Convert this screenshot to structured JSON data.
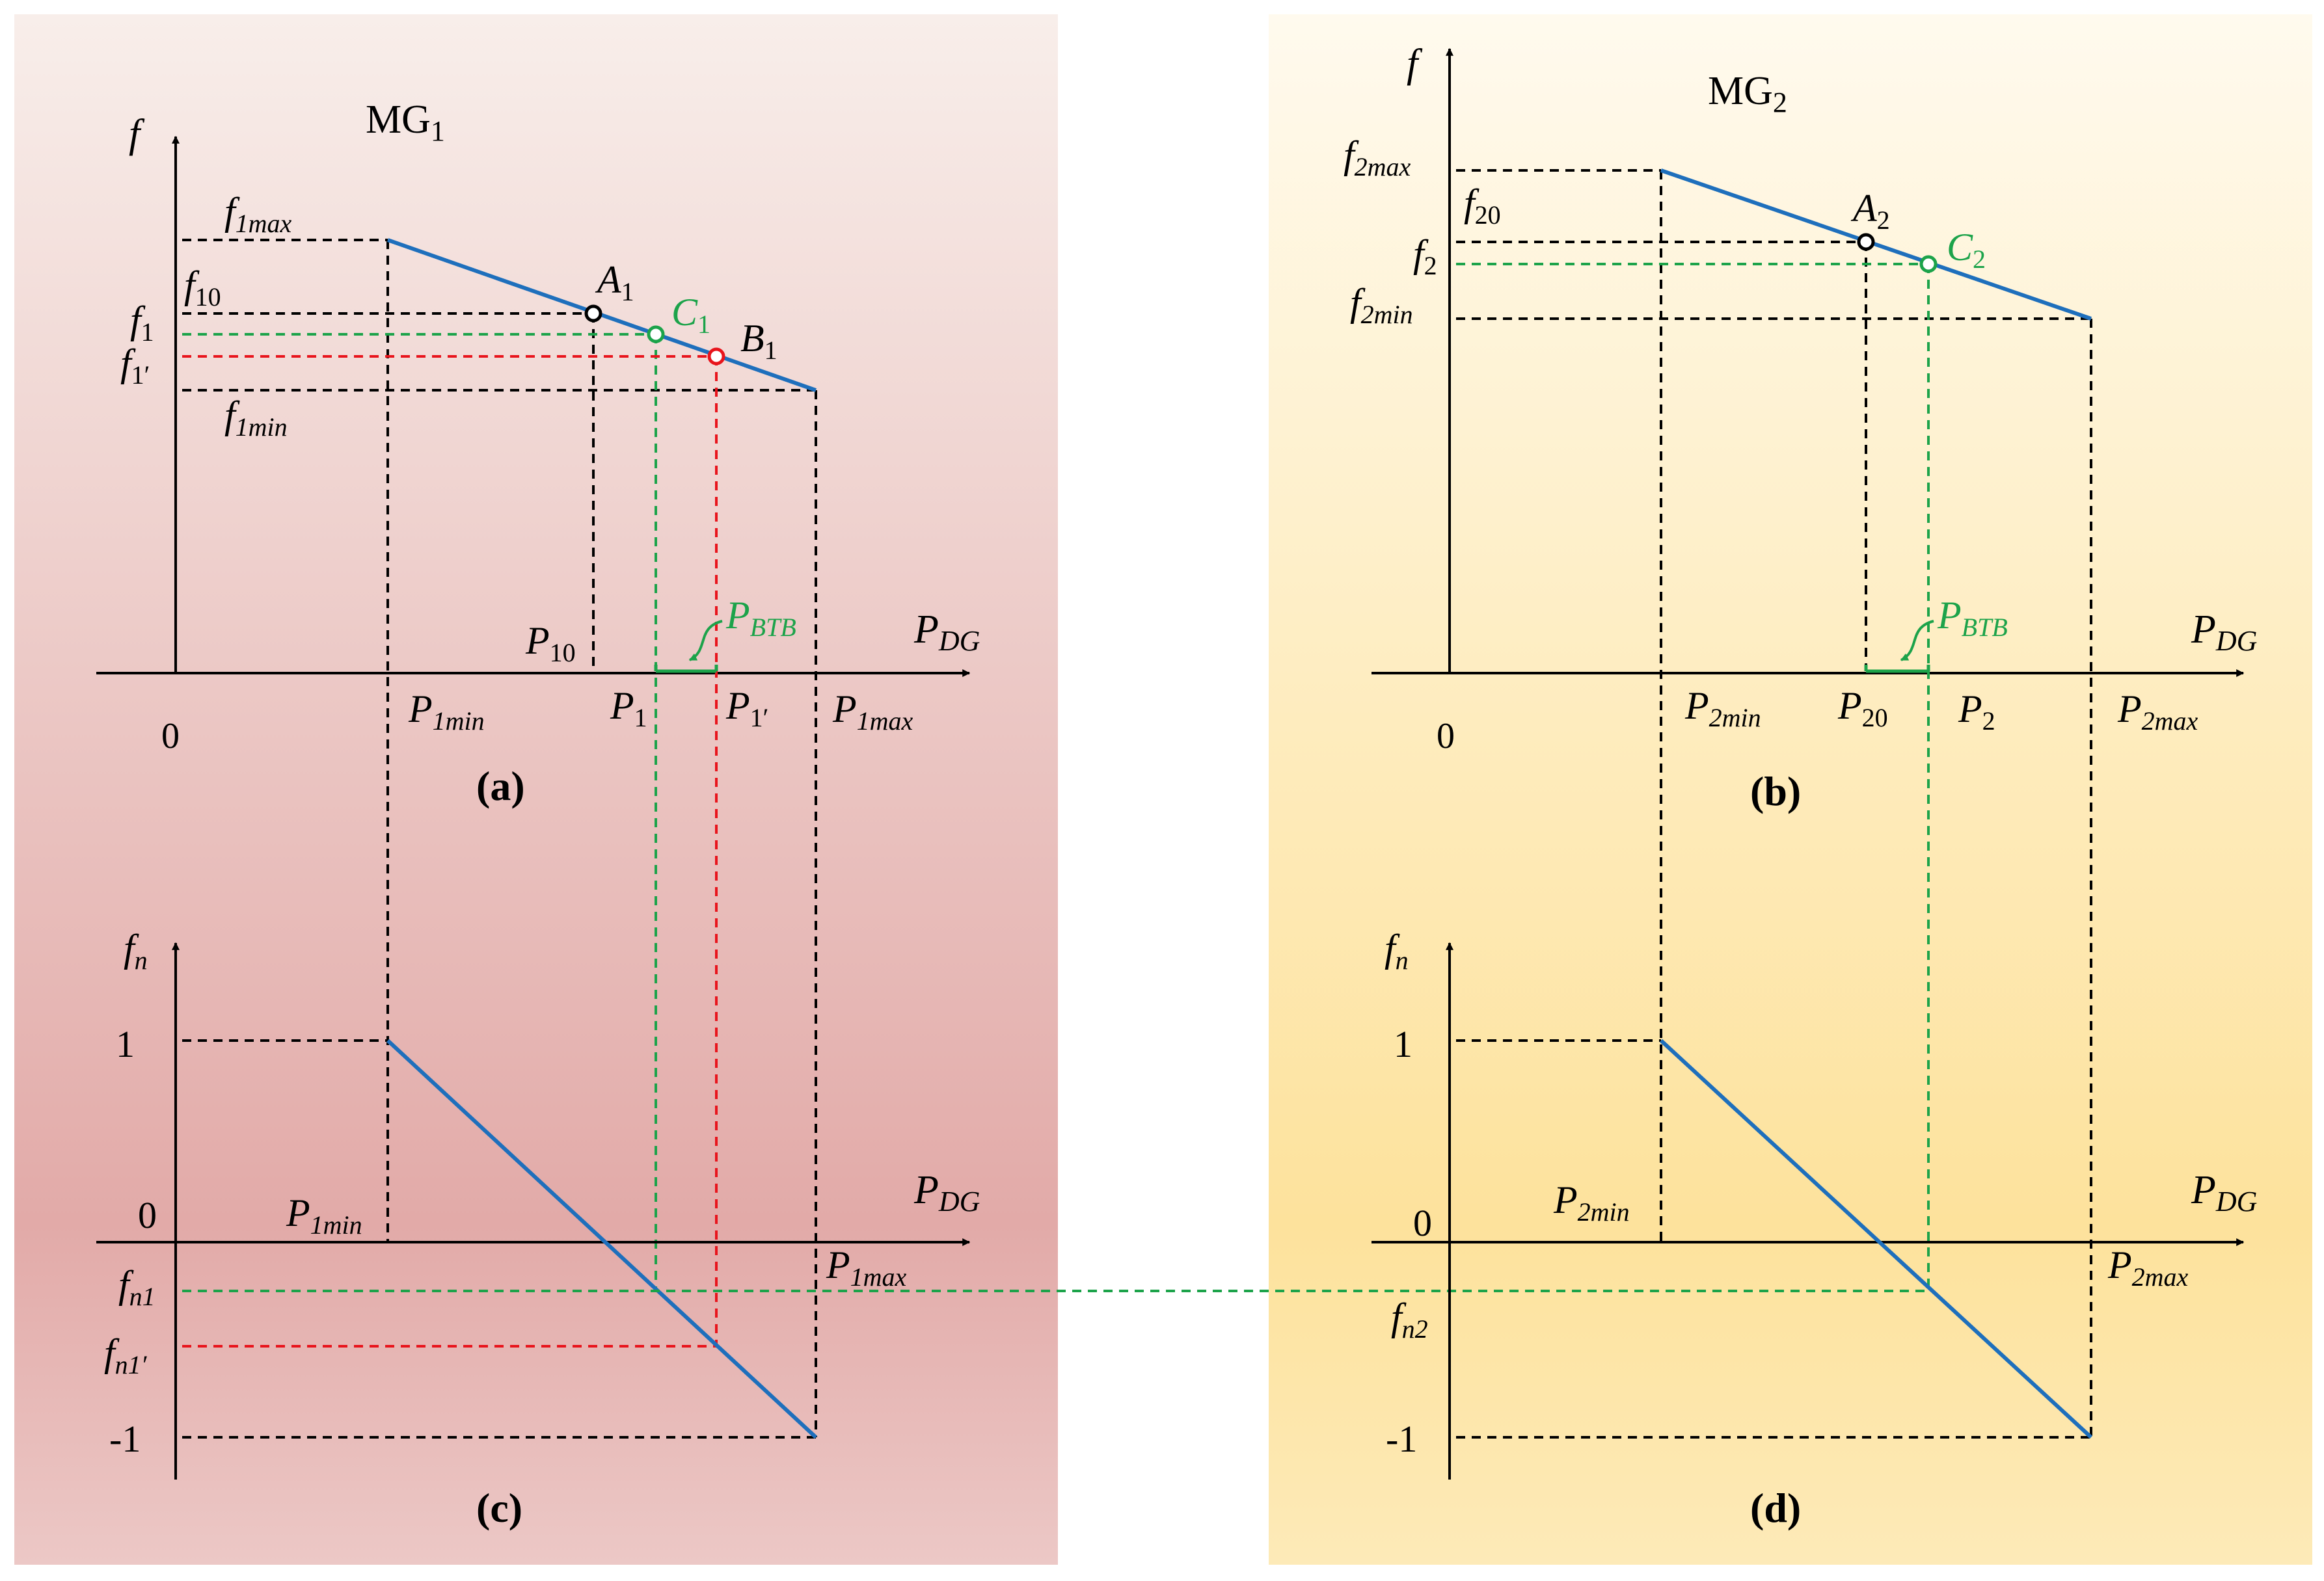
{
  "colors": {
    "mg1_gradient": [
      "#f8eeea",
      "#e2aaa8",
      "#ecc8c6"
    ],
    "mg2_gradient": [
      "#fffaee",
      "#fde29c",
      "#fdeab8"
    ],
    "droop_line": "#1e6fbc",
    "axis": "#000000",
    "guide_black": "#000000",
    "guide_green": "#1ca34a",
    "guide_red": "#e8141c",
    "marker_A": "#000000",
    "marker_C": "#1ca34a",
    "marker_B": "#e8141c"
  },
  "panel_a": {
    "title_main": "MG",
    "title_sub": "1",
    "y_axis": {
      "main": "f",
      "sub": ""
    },
    "x_axis": {
      "main": "P",
      "sub": "DG"
    },
    "origin": "0",
    "caption": "(a)",
    "f_labels": {
      "f1max": {
        "main": "f",
        "sub": "1max"
      },
      "f10": {
        "main": "f",
        "sub": "10"
      },
      "f1": {
        "main": "f",
        "sub": "1"
      },
      "f1p": {
        "main": "f",
        "sub": "1′"
      },
      "f1min": {
        "main": "f",
        "sub": "1min"
      }
    },
    "p_labels": {
      "p1min": {
        "main": "P",
        "sub": "1min"
      },
      "p10": {
        "main": "P",
        "sub": "10"
      },
      "p1": {
        "main": "P",
        "sub": "1"
      },
      "p1p": {
        "main": "P",
        "sub": "1′"
      },
      "p1max": {
        "main": "P",
        "sub": "1max"
      },
      "pbtb": {
        "main": "P",
        "sub": "BTB"
      }
    },
    "points": {
      "A1": {
        "main": "A",
        "sub": "1"
      },
      "C1": {
        "main": "C",
        "sub": "1"
      },
      "B1": {
        "main": "B",
        "sub": "1"
      }
    }
  },
  "panel_b": {
    "title_main": "MG",
    "title_sub": "2",
    "y_axis": {
      "main": "f",
      "sub": ""
    },
    "x_axis": {
      "main": "P",
      "sub": "DG"
    },
    "origin": "0",
    "caption": "(b)",
    "f_labels": {
      "f2max": {
        "main": "f",
        "sub": "2max"
      },
      "f20": {
        "main": "f",
        "sub": "20"
      },
      "f2": {
        "main": "f",
        "sub": "2"
      },
      "f2min": {
        "main": "f",
        "sub": "2min"
      }
    },
    "p_labels": {
      "p2min": {
        "main": "P",
        "sub": "2min"
      },
      "p20": {
        "main": "P",
        "sub": "20"
      },
      "p2": {
        "main": "P",
        "sub": "2"
      },
      "p2max": {
        "main": "P",
        "sub": "2max"
      },
      "pbtb": {
        "main": "P",
        "sub": "BTB"
      }
    },
    "points": {
      "A2": {
        "main": "A",
        "sub": "2"
      },
      "C2": {
        "main": "C",
        "sub": "2"
      }
    }
  },
  "panel_c": {
    "y_axis": {
      "main": "f",
      "sub": "n"
    },
    "x_axis": {
      "main": "P",
      "sub": "DG"
    },
    "caption": "(c)",
    "tick_1": "1",
    "tick_0": "0",
    "tick_m1": "-1",
    "fn1": {
      "main": "f",
      "sub": "n1"
    },
    "fn1p": {
      "main": "f",
      "sub": "n1′"
    },
    "p1min": {
      "main": "P",
      "sub": "1min"
    },
    "p1max": {
      "main": "P",
      "sub": "1max"
    }
  },
  "panel_d": {
    "y_axis": {
      "main": "f",
      "sub": "n"
    },
    "x_axis": {
      "main": "P",
      "sub": "DG"
    },
    "caption": "(d)",
    "tick_1": "1",
    "tick_0": "0",
    "tick_m1": "-1",
    "fn2": {
      "main": "f",
      "sub": "n2"
    },
    "p2min": {
      "main": "P",
      "sub": "2min"
    },
    "p2max": {
      "main": "P",
      "sub": "2max"
    }
  }
}
